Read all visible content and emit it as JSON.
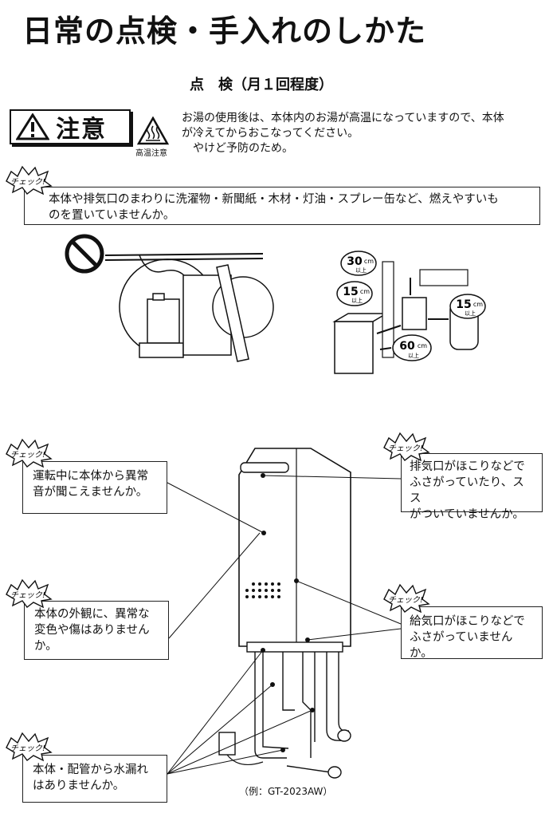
{
  "title": "日常の点検・手入れのしかた",
  "subtitle": "点　検（月１回程度）",
  "caution": {
    "label": "注意",
    "hot_label": "高温注意",
    "text_line1": "お湯の使用後は、本体内のお湯が高温になっていますので、本体",
    "text_line2": "が冷えてからおこなってください。",
    "text_line3": "　やけど予防のため。"
  },
  "check_badge_label": "チェック!",
  "checks": {
    "flammables_line1": "本体や排気口のまわりに洗濯物・新聞紙・木材・灯油・スプレー缶など、燃えやすいも",
    "flammables_line2": "のを置いていませんか。",
    "noise_line1": "運転中に本体から異常",
    "noise_line2": "音が聞こえませんか。",
    "exhaust_line1": "排気口がほこりなどで",
    "exhaust_line2": "ふさがっていたり、スス",
    "exhaust_line3": "がついていませんか。",
    "appearance_line1": "本体の外観に、異常な",
    "appearance_line2": "変色や傷はありません",
    "appearance_line3": "か。",
    "intake_line1": "給気口がほこりなどで",
    "intake_line2": "ふさがっていませんか。",
    "leak_line1": "本体・配管から水漏れ",
    "leak_line2": "はありませんか。"
  },
  "clearances": {
    "top": "30",
    "left": "15",
    "right": "15",
    "front": "60",
    "unit": "cm",
    "suffix": "以上"
  },
  "caption": "（例：GT-2023AW）"
}
